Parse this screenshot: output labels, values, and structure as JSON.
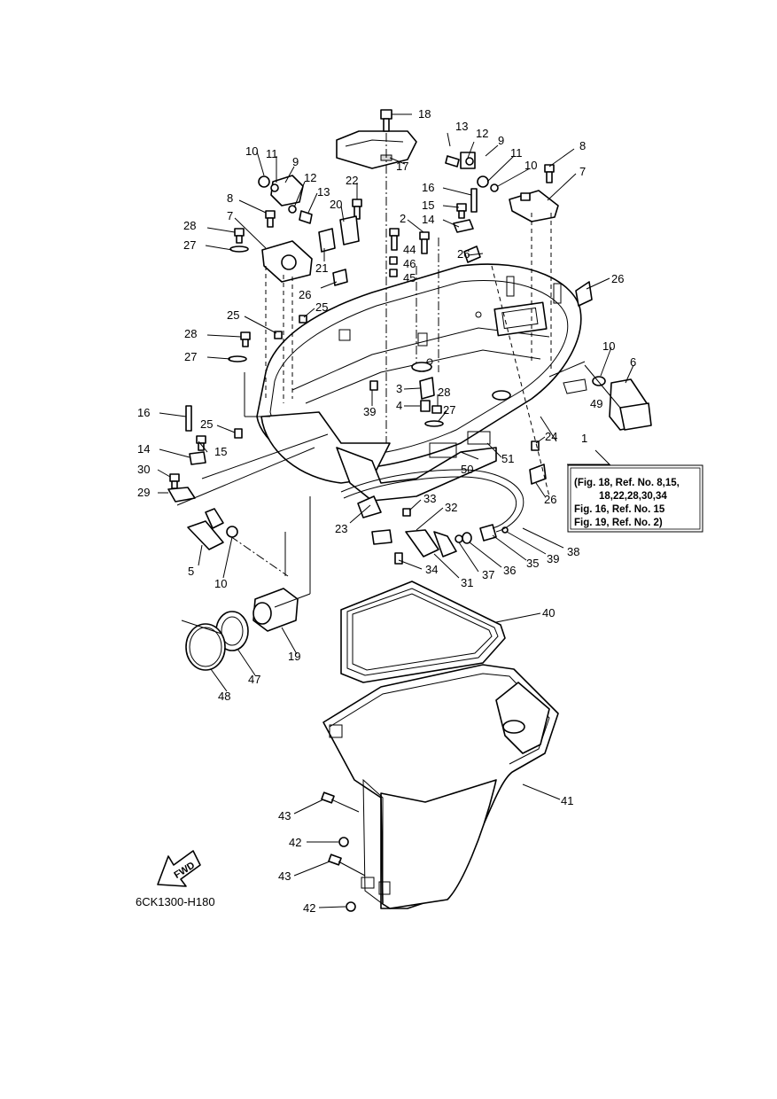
{
  "diagram_code": "6CK1300-H180",
  "fwd_label": "FWD",
  "note": {
    "lines": [
      "(Fig. 18, Ref. No. 8,15,",
      "18,22,28,30,34",
      "Fig. 16, Ref. No. 15",
      "Fig. 19, Ref. No. 2)"
    ]
  },
  "callouts": [
    "18",
    "17",
    "13",
    "12",
    "9",
    "11",
    "10",
    "8",
    "7",
    "16",
    "15",
    "14",
    "2",
    "44",
    "46",
    "45",
    "26",
    "26",
    "10",
    "11",
    "9",
    "12",
    "13",
    "22",
    "20",
    "21",
    "26",
    "8",
    "7",
    "28",
    "27",
    "25",
    "25",
    "28",
    "27",
    "3",
    "4",
    "28",
    "27",
    "39",
    "49",
    "10",
    "6",
    "1",
    "24",
    "50",
    "51",
    "26",
    "16",
    "25",
    "15",
    "14",
    "30",
    "29",
    "5",
    "10",
    "23",
    "33",
    "32",
    "34",
    "31",
    "37",
    "36",
    "35",
    "39",
    "38",
    "19",
    "47",
    "48",
    "40",
    "41",
    "43",
    "42",
    "43",
    "42"
  ]
}
